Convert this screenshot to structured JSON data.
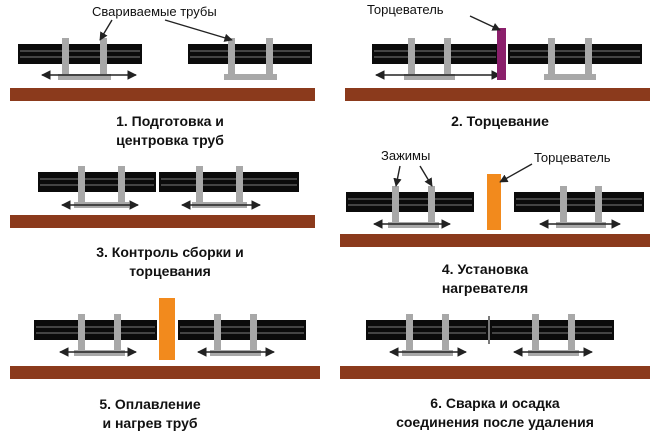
{
  "colors": {
    "pipe": "#0b0b0b",
    "pipe_line": "#7c7c7c",
    "clamp": "#a8a8a8",
    "base": "#8b3a1c",
    "trimmer": "#8b1f6b",
    "heater": "#f28a1d",
    "arrow": "#222222"
  },
  "panels": [
    {
      "caption_1": "1. Подготовка и",
      "caption_2": "центровка труб",
      "label": "Свариваемые трубы"
    },
    {
      "caption_1": "2. Торцевание",
      "caption_2": "",
      "label": "Торцеватель"
    },
    {
      "caption_1": "3. Контроль сборки и",
      "caption_2": "торцевания"
    },
    {
      "caption_1": "4. Установка",
      "caption_2": "нагревателя",
      "label_clamps": "Зажимы",
      "label_trimmer": "Торцеватель"
    },
    {
      "caption_1": "5. Оплавление",
      "caption_2": "и нагрев труб"
    },
    {
      "caption_1": "6. Сварка и осадка",
      "caption_2": "соединения после удаления"
    }
  ]
}
